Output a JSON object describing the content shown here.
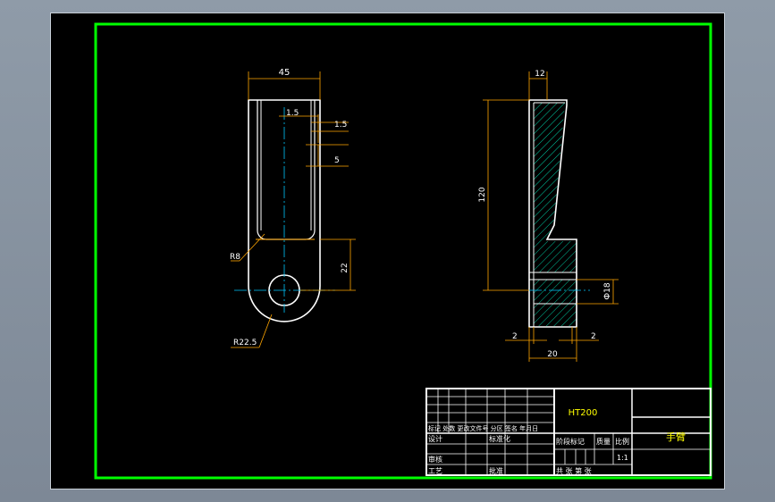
{
  "colors": {
    "background": "#000000",
    "frame": "#00ff00",
    "outline": "#ffffff",
    "centerline": "#00c8ff",
    "dimension": "#ffa500",
    "dimension_text": "#ffffff",
    "hatch": "#00c8a0",
    "title_text": "#ffff00"
  },
  "front_view": {
    "dim_width": "45",
    "dim_wall": "1.5",
    "dim_wall2": "1.5",
    "dim_slot": "5",
    "dim_radius_inner": "R8",
    "dim_offset": "22",
    "dim_radius_outer": "R22.5"
  },
  "side_view": {
    "dim_top": "12",
    "dim_height": "120",
    "dim_bore": "Ф18",
    "dim_left": "2",
    "dim_right": "2",
    "dim_bottom": "20"
  },
  "title_block": {
    "material": "HT200",
    "part_name": "手臂",
    "header_row": "标记 处数 更改文件号 分区 签名 年月日",
    "designer_label": "设计",
    "standardize_label": "标准化",
    "stage_label": "阶段标记",
    "mass_label": "质量",
    "scale_label": "比例",
    "scale_value": "1:1",
    "review_label": "审核",
    "process_label": "工艺",
    "approve_label": "批准",
    "sheet_label": "共 张 第 张"
  }
}
